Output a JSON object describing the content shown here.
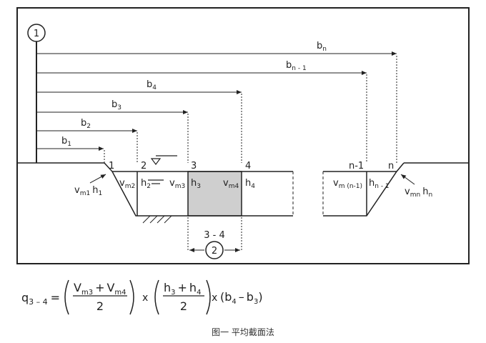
{
  "diagram": {
    "markers": {
      "one": "1",
      "two": "2"
    },
    "widths": [
      {
        "base": "b",
        "sub": "n"
      },
      {
        "base": "b",
        "sub": "n - 1"
      },
      {
        "base": "b",
        "sub": "4"
      },
      {
        "base": "b",
        "sub": "3"
      },
      {
        "base": "b",
        "sub": "2"
      },
      {
        "base": "b",
        "sub": "1"
      }
    ],
    "section_numbers": [
      "1",
      "2",
      "3",
      "4",
      "n-1",
      "n"
    ],
    "range_label": "3 - 4",
    "velocity_depth": {
      "v1": {
        "v": "v",
        "vsub": "m1",
        "h": "h",
        "hsub": "1"
      },
      "v2": {
        "v": "v",
        "vsub": "m2"
      },
      "h2": {
        "h": "h",
        "hsub": "2"
      },
      "v3": {
        "v": "v",
        "vsub": "m3"
      },
      "h3": {
        "h": "h",
        "hsub": "3"
      },
      "v4": {
        "v": "v",
        "vsub": "m4"
      },
      "h4": {
        "h": "h",
        "hsub": "4"
      },
      "vn1": {
        "v": "v",
        "vsub": "m (n-1)"
      },
      "hn1": {
        "h": "h",
        "hsub": "n - 1"
      },
      "vn": {
        "v": "v",
        "vsub": "mn",
        "h": "h",
        "hsub": "n"
      }
    }
  },
  "formula": {
    "lhs": "q",
    "lhs_sub": "3 – 4",
    "equals": "=",
    "v": "V",
    "vsub3": "m3",
    "plus": "+",
    "vsub4": "m4",
    "denominator": "2",
    "times": "x",
    "h": "h",
    "hsub3": "3",
    "hsub4": "4",
    "b": "b",
    "bsub4": "4",
    "minus": "–",
    "bsub3": "3"
  },
  "caption": "图一  平均截面法"
}
